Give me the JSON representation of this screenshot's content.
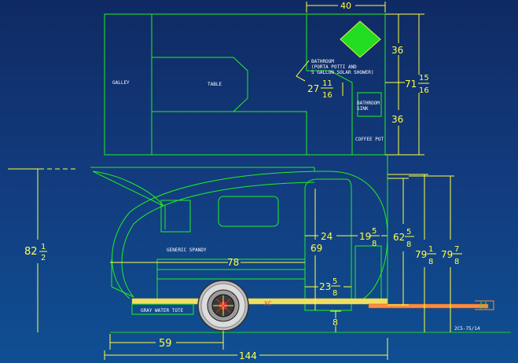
{
  "labels": {
    "galley": "GALLEY",
    "table": "TABLE",
    "bathroom_1": "BATHROOM",
    "bathroom_2": "(PORTA POTTI AND",
    "bathroom_3": "5 GALLON SOLAR SHOWER)",
    "sink_1": "BATHROOM",
    "sink_2": "SINK",
    "coffee": "COFFEE POT",
    "vehicle": "GENERIC SPANDY",
    "gray_tank": "GRAY WATER TOTE",
    "xc": "XC",
    "code": "2C5-75/14"
  },
  "dimensions": {
    "d40": "40",
    "d36a": "36",
    "d36b": "36",
    "d71_whole": "71",
    "d71_num": "15",
    "d71_den": "16",
    "d27_whole": "27",
    "d27_num": "11",
    "d27_den": "16",
    "d82_whole": "82",
    "d82_num": "1",
    "d82_den": "2",
    "d78": "78",
    "d69": "69",
    "d24": "24",
    "d19_whole": "19",
    "d19_num": "5",
    "d19_den": "8",
    "d62_whole": "62",
    "d62_num": "5",
    "d62_den": "8",
    "d79a_whole": "79",
    "d79a_num": "1",
    "d79a_den": "8",
    "d79b_whole": "79",
    "d79b_num": "7",
    "d79b_den": "8",
    "d23_whole": "23",
    "d23_num": "5",
    "d23_den": "8",
    "d8": "8",
    "d59": "59",
    "d144": "144"
  },
  "colors": {
    "background": "#123a7c",
    "linework": "#22ee22",
    "dimension": "#ffff44",
    "text": "#ffffff",
    "diamond": "#22dd22",
    "frame": "#f0e060",
    "tongue": "#ff8c40"
  }
}
